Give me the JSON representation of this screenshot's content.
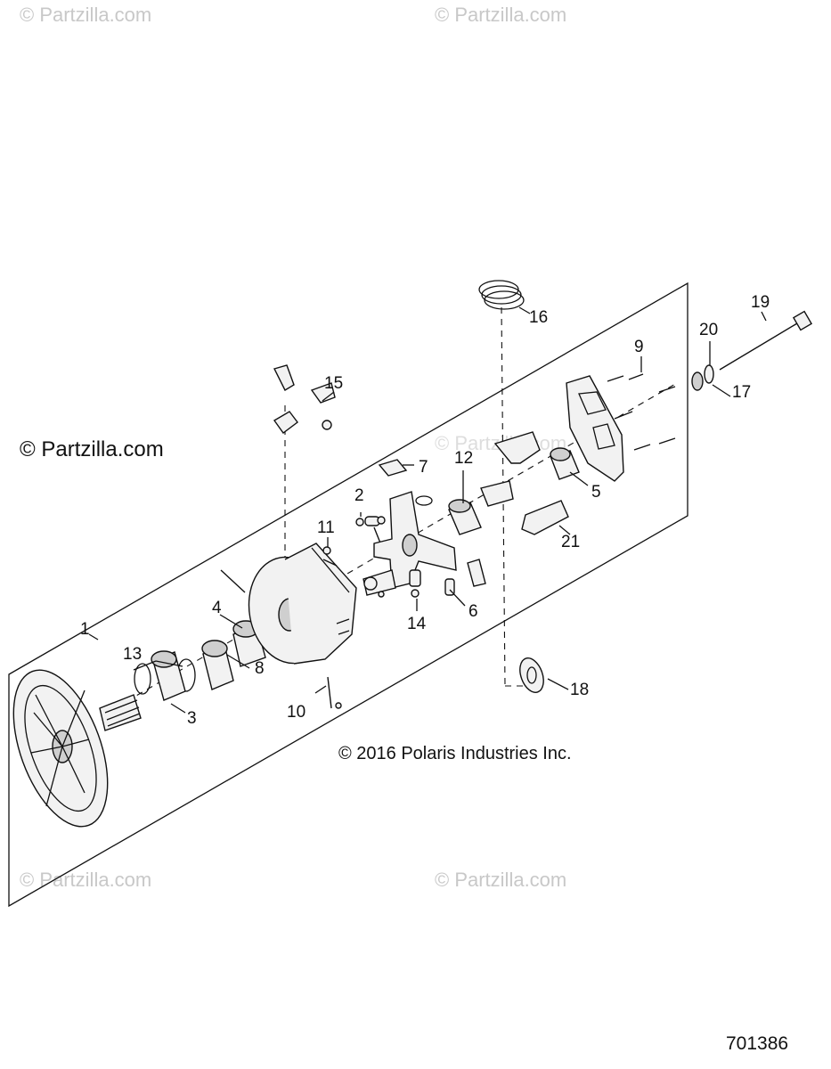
{
  "watermarks": [
    "© Partzilla.com",
    "© Partzilla.com",
    "© Partzilla.com",
    "© Partzilla.com",
    "© Partzilla.com",
    "© Partzilla.com"
  ],
  "copyright": "© 2016 Polaris Industries Inc.",
  "diagram_number": "701386",
  "callouts": [
    "1",
    "2",
    "3",
    "4",
    "5",
    "6",
    "7",
    "8",
    "9",
    "10",
    "11",
    "12",
    "13",
    "14",
    "15",
    "16",
    "17",
    "18",
    "19",
    "20",
    "21"
  ]
}
